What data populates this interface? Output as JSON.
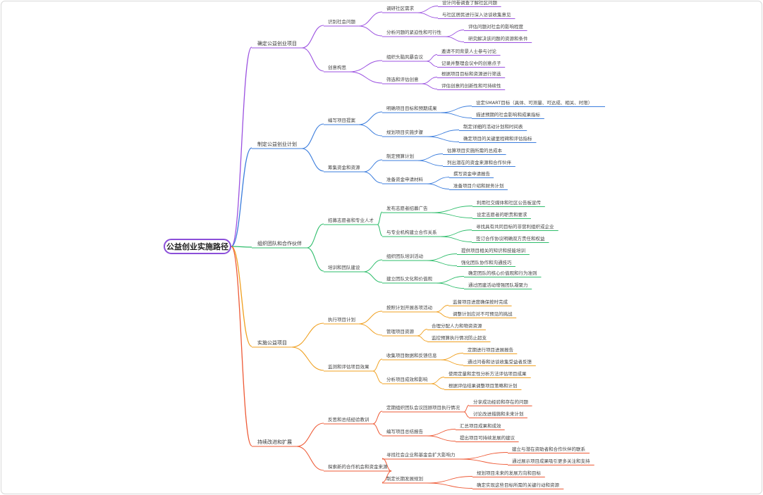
{
  "root": "公益创业实施路径",
  "colors": {
    "b0": "#9b51e0",
    "b1": "#3b7ddd",
    "b2": "#2ebd6b",
    "b3": "#f0a020",
    "b4": "#ee5a36"
  },
  "branches": [
    {
      "label": "确定公益创业项目",
      "color": "b0",
      "children": [
        {
          "label": "识别社会问题",
          "children": [
            {
              "label": "调研社区需求",
              "children": [
                "设计问卷调查了解社区问题",
                "与社区居民进行深入访谈收集意见"
              ]
            },
            {
              "label": "分析问题的紧迫性和可行性",
              "children": [
                "评估问题对社会的影响程度",
                "研究解决该问题的资源和条件"
              ]
            }
          ]
        },
        {
          "label": "创意构思",
          "children": [
            {
              "label": "组织头脑风暴会议",
              "children": [
                "邀请不同背景人士参与讨论",
                "记录并整理会议中的创意点子"
              ]
            },
            {
              "label": "筛选和评估创意",
              "children": [
                "根据项目目标和资源进行筛选",
                "评估创意的创新性和可持续性"
              ]
            }
          ]
        }
      ]
    },
    {
      "label": "制定公益创业计划",
      "color": "b1",
      "children": [
        {
          "label": "编写项目提案",
          "children": [
            {
              "label": "明确项目目标和预期成果",
              "children": [
                "设定SMART目标（具体、可测量、可达成、相关、时限）",
                "描述预期的社会影响和成果指标"
              ]
            },
            {
              "label": "规划项目实施步骤",
              "children": [
                "制定详细的活动计划和时间表",
                "确定项目的关键里程碑和评估指标"
              ]
            }
          ]
        },
        {
          "label": "筹集资金和资源",
          "children": [
            {
              "label": "制定预算计划",
              "children": [
                "估算项目实施所需的总成本",
                "列出潜在的资金来源和合作伙伴"
              ]
            },
            {
              "label": "准备资金申请材料",
              "children": [
                "撰写资金申请报告",
                "准备项目介绍和财务计划"
              ]
            }
          ]
        }
      ]
    },
    {
      "label": "组织团队和合作伙伴",
      "color": "b2",
      "children": [
        {
          "label": "招募志愿者和专业人才",
          "children": [
            {
              "label": "发布志愿者招募广告",
              "children": [
                "利用社交媒体和社区公告板宣传",
                "设定志愿者的职责和要求"
              ]
            },
            {
              "label": "与专业机构建立合作关系",
              "children": [
                "寻找具有共同目标的非营利组织或企业",
                "签订合作协议明确双方责任和权益"
              ]
            }
          ]
        },
        {
          "label": "培训和团队建设",
          "children": [
            {
              "label": "组织团队培训活动",
              "children": [
                "提供项目相关的知识和技能培训",
                "强化团队协作和沟通技巧"
              ]
            },
            {
              "label": "建立团队文化和价值观",
              "children": [
                "确定团队的核心价值观和行为准则",
                "通过团建活动增强团队凝聚力"
              ]
            }
          ]
        }
      ]
    },
    {
      "label": "实施公益项目",
      "color": "b3",
      "children": [
        {
          "label": "执行项目计划",
          "children": [
            {
              "label": "按照计划开展各项活动",
              "children": [
                "监督项目进度确保按时完成",
                "调整计划应对不可预见的挑战"
              ]
            },
            {
              "label": "管理项目资源",
              "children": [
                "合理分配人力和物资资源",
                "监控预算执行情况防止超支"
              ]
            }
          ]
        },
        {
          "label": "监测和评估项目效果",
          "children": [
            {
              "label": "收集项目数据和反馈信息",
              "children": [
                "定期进行项目进展报告",
                "通过问卷和访谈收集受益者反馈"
              ]
            },
            {
              "label": "分析项目成效和影响",
              "children": [
                "使用定量和定性分析方法评估项目成果",
                "根据评估结果调整项目策略和计划"
              ]
            }
          ]
        }
      ]
    },
    {
      "label": "持续改进和扩展",
      "color": "b4",
      "children": [
        {
          "label": "反思和总结经验教训",
          "children": [
            {
              "label": "定期组织团队会议回顾项目执行情况",
              "children": [
                "分享成功经验和存在的问题",
                "讨论改进措施和未来计划"
              ]
            },
            {
              "label": "编写项目总结报告",
              "children": [
                "汇总项目成果和成效",
                "提出项目可持续发展的建议"
              ]
            }
          ]
        },
        {
          "label": "探索新的合作机会和资金来源",
          "children": [
            {
              "label": "寻找社会企业和基金会扩大影响力",
              "children": [
                "建立与潜在资助者和合作伙伴的联系",
                "通过展示项目成果吸引更多关注和支持"
              ]
            },
            {
              "label": "制定长期发展规划",
              "children": [
                "规划项目未来的发展方向和目标",
                "确定实现这些目标所需的关键行动和资源"
              ]
            }
          ]
        }
      ]
    }
  ]
}
